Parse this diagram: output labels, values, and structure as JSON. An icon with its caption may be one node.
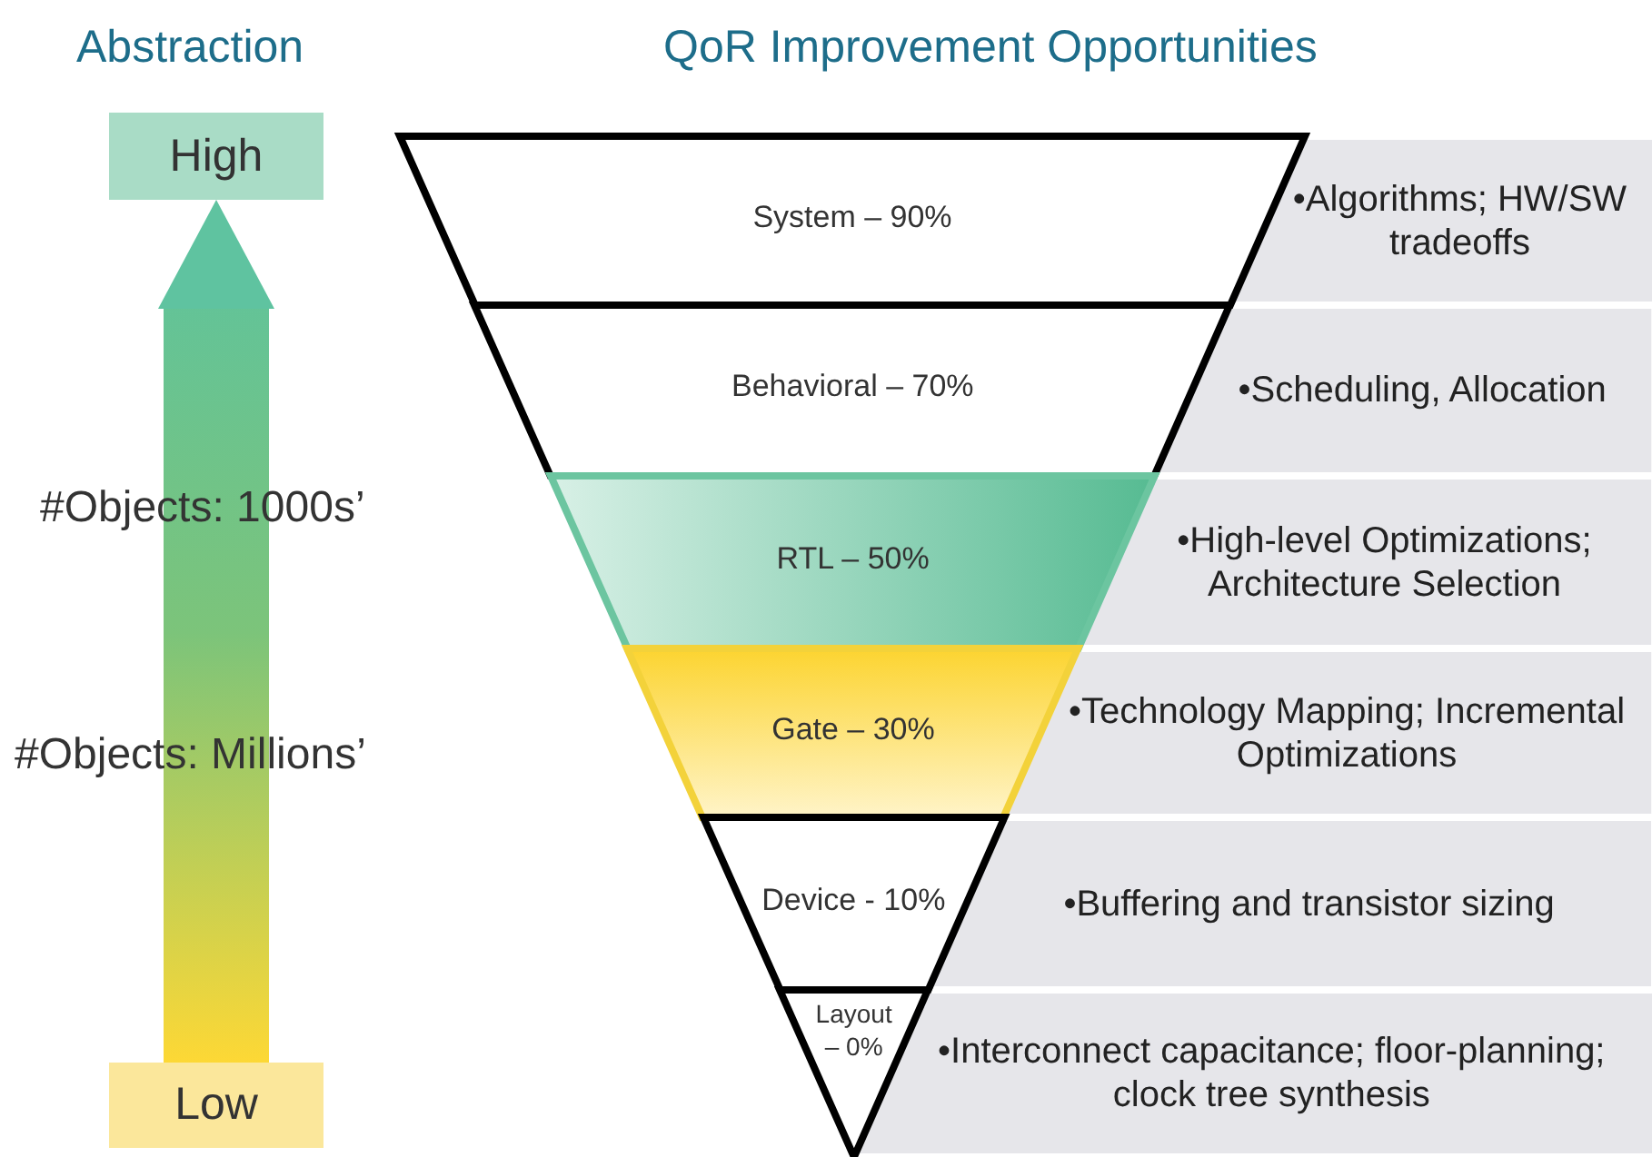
{
  "diagram": {
    "title": "QoR Improvement Opportunities",
    "nodes": [
      {
        "text": [
          "High"
        ]
      },
      {
        "text": [
          "Low"
        ]
      },
      {
        "text": [
          "System – 90%"
        ]
      },
      {
        "text": [
          "Behavioral – 70%"
        ]
      },
      {
        "text": [
          "RTL – 50%"
        ]
      },
      {
        "text": [
          "Gate – 30%"
        ]
      },
      {
        "text": [
          "Device - 10%"
        ]
      },
      {
        "text": [
          "Layout – 0%"
        ]
      },
      {
        "text": [
          "•Algorithms; HW/SW tradeoffs"
        ]
      },
      {
        "text": [
          "•Scheduling, Allocation"
        ]
      },
      {
        "text": [
          "•High-level Optimizations; Architecture Selection"
        ]
      },
      {
        "text": [
          "•Technology Mapping; Incremental Optimizations"
        ]
      },
      {
        "text": [
          "•Buffering and transistor sizing"
        ]
      },
      {
        "text": [
          "•Interconnect capacitance; floor-planning; clock tree synthesis"
        ]
      }
    ],
    "edges": [
      {
        "from": 1,
        "to": 0,
        "arrow": "to"
      }
    ],
    "labels": [
      "Abstraction",
      "#Objects: 1000s’",
      "#Objects: Millions’"
    ]
  }
}
